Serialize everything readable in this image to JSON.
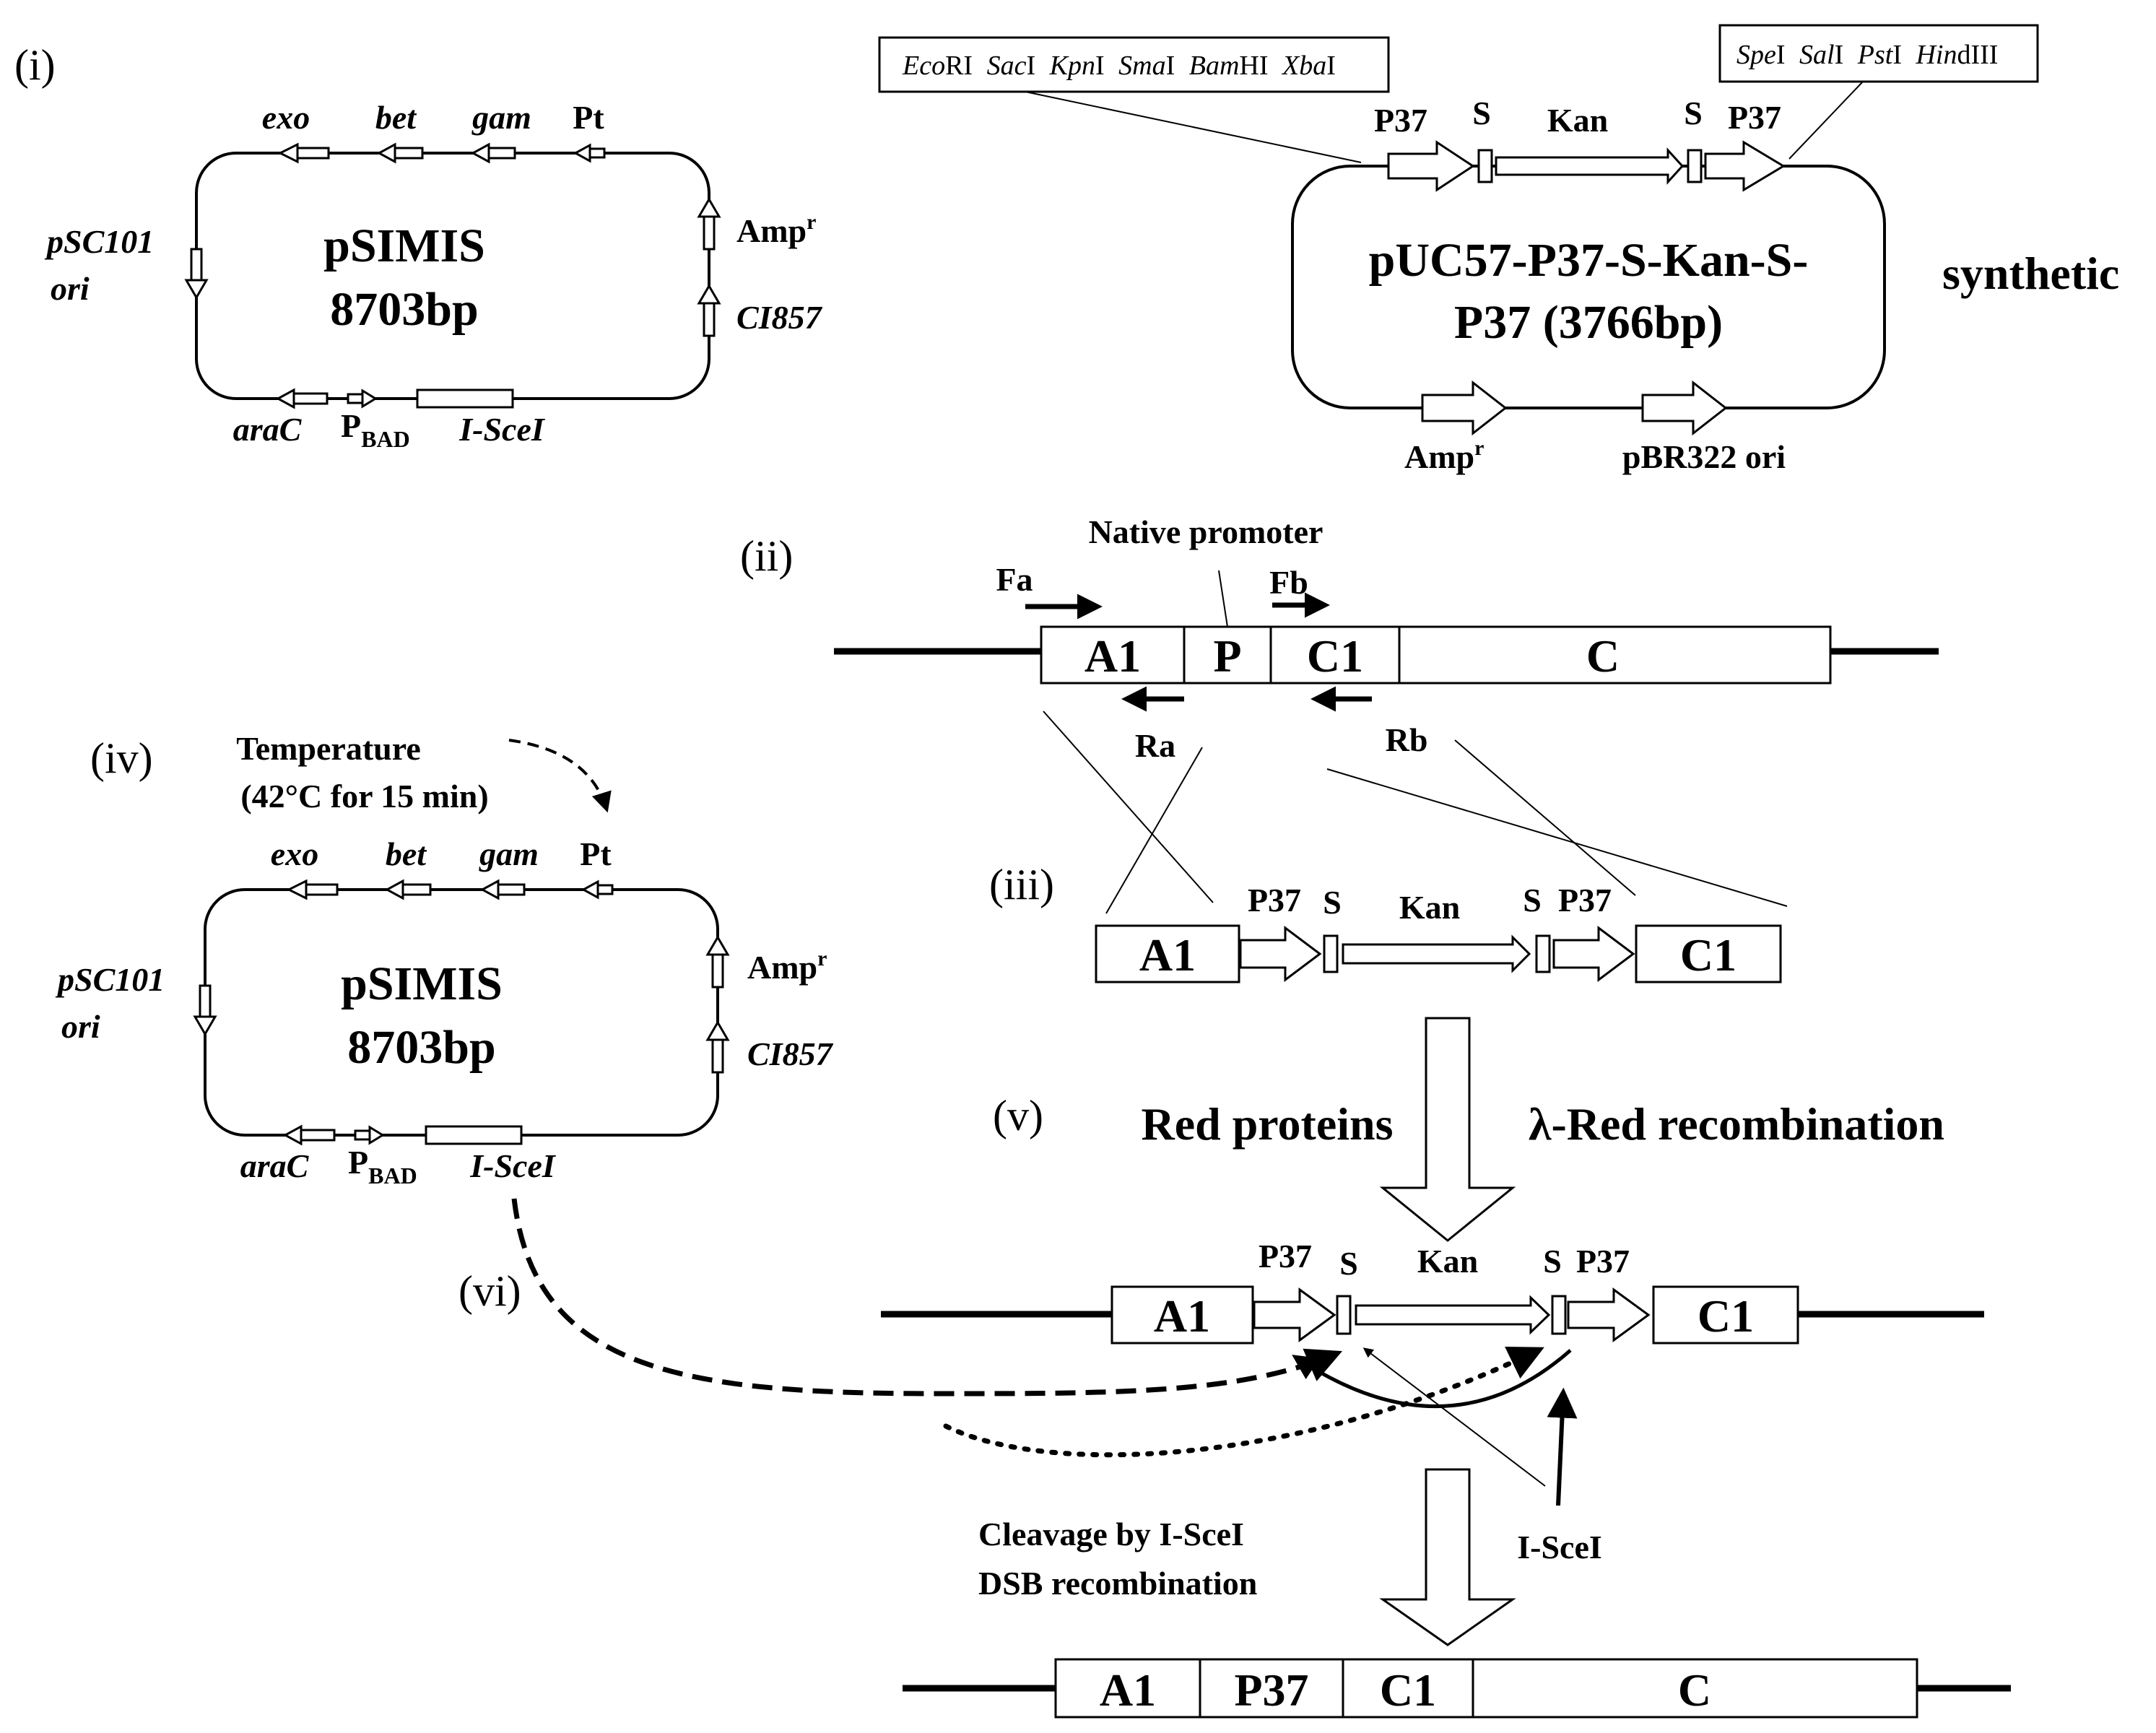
{
  "panels": {
    "i": "(i)",
    "ii": "(ii)",
    "iii": "(iii)",
    "iv": "(iv)",
    "v": "(v)",
    "vi": "(vi)"
  },
  "plasmid_psimis": {
    "name": "pSIMIS",
    "size": "8703bp",
    "genes_top": [
      "exo",
      "bet",
      "gam",
      "Pt"
    ],
    "ori_line1": "pSC101",
    "ori_line2": "ori",
    "amp": "Amp",
    "amp_sup": "r",
    "ci857": "CI857",
    "arac": "araC",
    "pbad": "P",
    "pbad_sub": "BAD",
    "isce": "I-SceI"
  },
  "plasmid_puc57": {
    "name_line1": "pUC57-P37-S-Kan-S-",
    "name_line2": "P37 (3766bp)",
    "synthetic": "synthetic",
    "sites_left": [
      {
        "italic": "Eco",
        "plain": "RI"
      },
      {
        "italic": "Sac",
        "plain": "I"
      },
      {
        "italic": "Kpn",
        "plain": "I"
      },
      {
        "italic": "Sma",
        "plain": "I"
      },
      {
        "italic": "Bam",
        "plain": "HI"
      },
      {
        "italic": "Xba",
        "plain": "I"
      }
    ],
    "sites_right": [
      {
        "italic": "Spe",
        "plain": "I"
      },
      {
        "italic": "Sal",
        "plain": "I"
      },
      {
        "italic": "Pst",
        "plain": "I"
      },
      {
        "italic": "Hin",
        "plain": "dIII"
      }
    ],
    "p37": "P37",
    "s": "S",
    "kan": "Kan",
    "amp": "Amp",
    "amp_sup": "r",
    "ori": "pBR322 ori"
  },
  "panel_ii": {
    "native_promoter": "Native promoter",
    "fa": "Fa",
    "fb": "Fb",
    "ra": "Ra",
    "rb": "Rb",
    "a1": "A1",
    "p": "P",
    "c1": "C1",
    "c": "C"
  },
  "panel_iii": {
    "a1": "A1",
    "p37": "P37",
    "s": "S",
    "kan": "Kan",
    "c1": "C1"
  },
  "panel_iv": {
    "temperature": "Temperature",
    "condition": "(42°C for 15 min)"
  },
  "panel_v": {
    "red_proteins": "Red proteins",
    "recombination": "λ-Red recombination",
    "a1": "A1",
    "p37": "P37",
    "s": "S",
    "kan": "Kan",
    "c1": "C1",
    "isce": "I-SceI"
  },
  "panel_final": {
    "cleavage": "Cleavage by I-SceI",
    "dsb": "DSB recombination",
    "a1": "A1",
    "p37": "P37",
    "c1": "C1",
    "c": "C"
  }
}
